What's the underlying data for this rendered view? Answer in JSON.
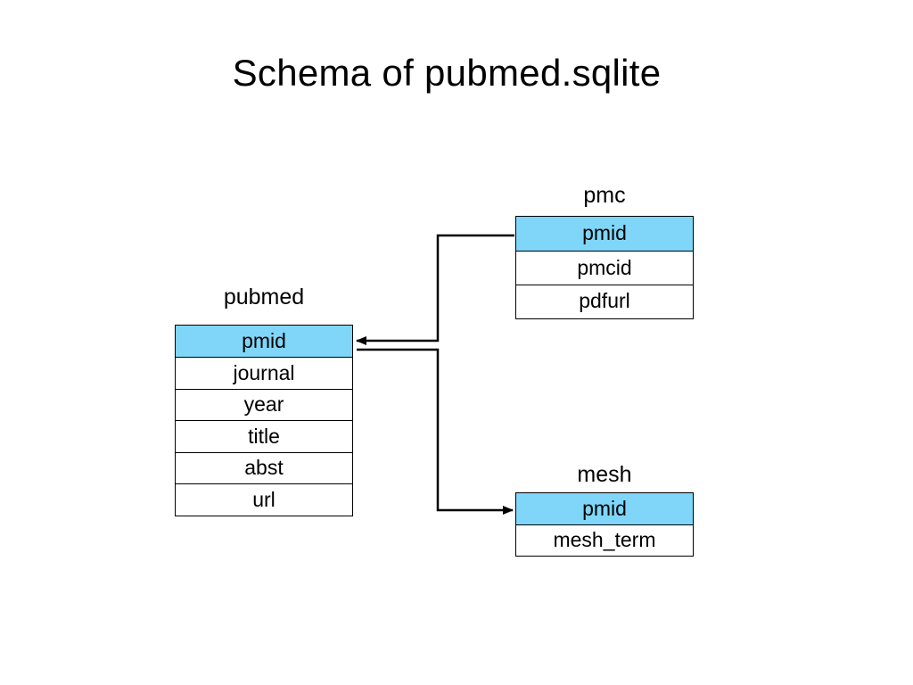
{
  "title": "Schema of pubmed.sqlite",
  "colors": {
    "key_fill": "#80d6f9",
    "border": "#000000",
    "background": "#ffffff"
  },
  "tables": {
    "pubmed": {
      "name": "pubmed",
      "fields": [
        "pmid",
        "journal",
        "year",
        "title",
        "abst",
        "url"
      ]
    },
    "pmc": {
      "name": "pmc",
      "fields": [
        "pmid",
        "pmcid",
        "pdfurl"
      ]
    },
    "mesh": {
      "name": "mesh",
      "fields": [
        "pmid",
        "mesh_term"
      ]
    }
  },
  "relations": [
    {
      "from": "pmc.pmid",
      "to": "pubmed.pmid"
    },
    {
      "from": "pubmed.pmid",
      "to": "mesh.pmid"
    }
  ]
}
